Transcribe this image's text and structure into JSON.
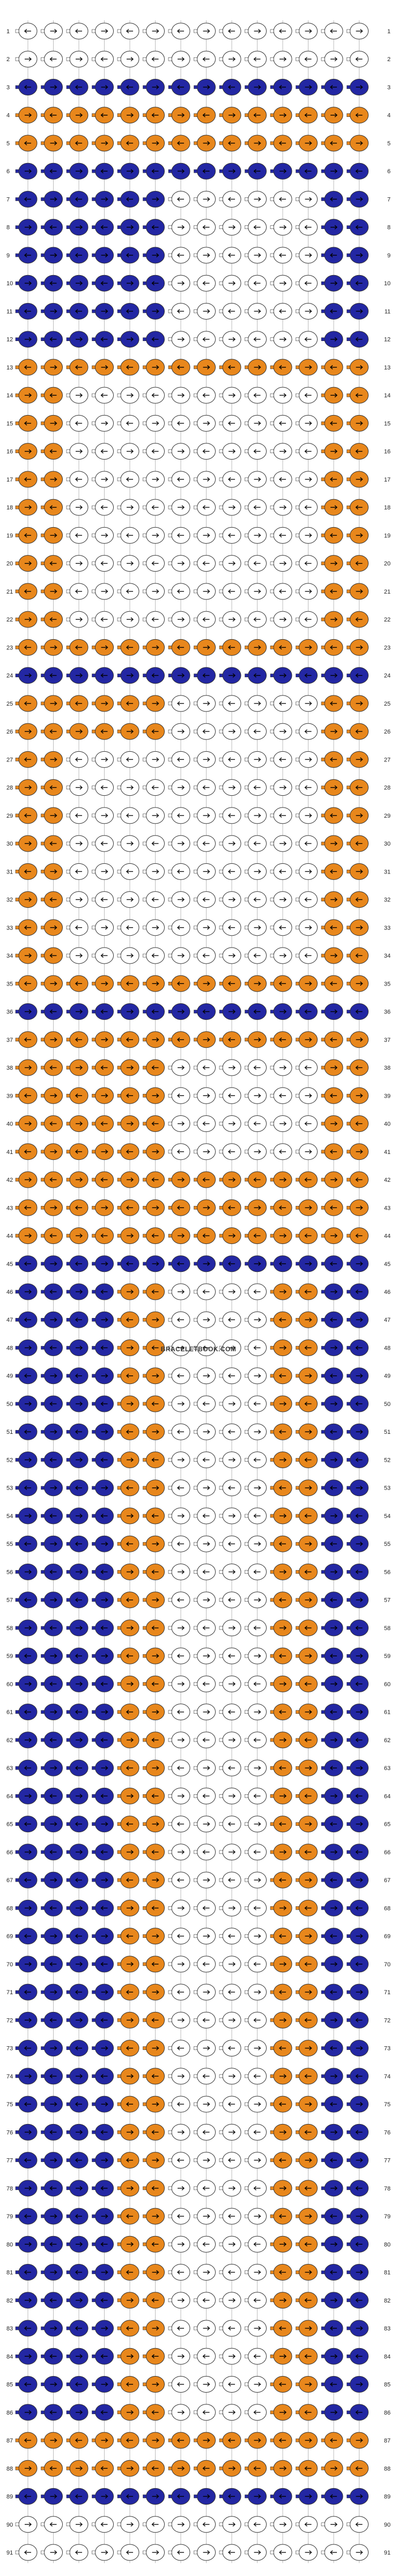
{
  "watermark": "BRACELETBOOK.COM",
  "colors": {
    "W": "#ffffff",
    "B": "#2327a3",
    "O": "#e8871c",
    "outline": "#333333",
    "arrow": "#111111"
  },
  "pattern": {
    "cols": 14,
    "row_count": 91,
    "row_colors": {
      "1": "WWWWWWWWWWWWWW",
      "2": "WWWWWWWWWWWWWW",
      "3": "BBBBBBBBBBBBBB",
      "4": "OOOOOOOOOOOOOO",
      "5": "OOOOOOOOOOOOOO",
      "6": "BBBBBBBBBBBBBB",
      "7": "BBBBBBWWWWWWBB",
      "8": "BBBBBBWWWWWWBB",
      "9": "BBBBBBWWWWWWBB",
      "10": "BBBBBBWWWWWWBB",
      "11": "BBBBBBWWWWWWBB",
      "12": "BBBBBBWWWWWWBB",
      "13": "OOOOOOOOOOOOOO",
      "14": "OOWWWWWWWWWWOO",
      "15": "OOWWWWWWWWWWOO",
      "16": "OOWWWWWWWWWWOO",
      "17": "OOWWWWWWWWWWOO",
      "18": "OOWWWWWWWWWWOO",
      "19": "OOWWWWWWWWWWOO",
      "20": "OOWWWWWWWWWWOO",
      "21": "OOWWWWWWWWWWOO",
      "22": "OOWWWWWWWWWWOO",
      "23": "OOOOOOOOOOOOOO",
      "24": "BBBBBBBBBBBBBB",
      "25": "OOOOOOWWWWWWOO",
      "26": "OOOOOOWWWWWWOO",
      "27": "OOWWWWWWWWWWOO",
      "28": "OOWWWWWWWWWWOO",
      "29": "OOWWWWWWWWWWOO",
      "30": "OOWWWWWWWWWWOO",
      "31": "OOWWWWWWWWWWOO",
      "32": "OOWWWWWWWWWWOO",
      "33": "OOWWWWWWWWWWOO",
      "34": "OOWWWWWWWWWWOO",
      "35": "OOOOOOOOOOOOOO",
      "36": "BBBBBBBBBBBBBB",
      "37": "OOOOOOOOOOOOOO",
      "38": "OOOOOOWWWWWWOO",
      "39": "OOOOOOWWWWWWOO",
      "40": "OOOOOOWWWWWWOO",
      "41": "OOOOOOWWWWWWOO",
      "42": "OOOOOOOOOOOOOO",
      "43": "OOOOOOOOOOOOOO",
      "44": "OOOOOOOOOOOOOO",
      "45": "BBBBBBBBBBBBBB",
      "46": "BBBBOOWWWWOOBB",
      "47": "BBBBOOWWWWOOBB",
      "48": "BBBBOOWWWWOOBB",
      "49": "BBBBOOWWWWOOBB",
      "50": "BBBBOOWWWWOOBB",
      "51": "BBBBOOWWWWOOBB",
      "52": "BBBBOOWWWWOOBB",
      "53": "BBBBOOWWWWOOBB",
      "54": "BBBBOOWWWWOOBB",
      "55": "BBBBOOWWWWOOBB",
      "56": "BBBBOOWWWWOOBB",
      "57": "BBBBOOWWWWOOBB",
      "58": "BBBBOOWWWWOOBB",
      "59": "BBBBOOWWWWOOBB",
      "60": "BBBBOOWWWWOOBB",
      "61": "BBBBOOWWWWOOBB",
      "62": "BBBBOOWWWWOOBB",
      "63": "BBBBOOWWWWOOBB",
      "64": "BBBBOOWWWWOOBB",
      "65": "BBBBOOWWWWOOBB",
      "66": "BBBBOOWWWWOOBB",
      "67": "BBBBOOWWWWOOBB",
      "68": "BBBBOOWWWWOOBB",
      "69": "BBBBOOWWWWOOBB",
      "70": "BBBBOOWWWWOOBB",
      "71": "BBBBOOWWWWOOBB",
      "72": "BBBBOOWWWWOOBB",
      "73": "BBBBOOWWWWOOBB",
      "74": "BBBBOOWWWWOOBB",
      "75": "BBBBOOWWWWOOBB",
      "76": "BBBBOOWWWWOOBB",
      "77": "BBBBOOWWWWOOBB",
      "78": "BBBBOOWWWWOOBB",
      "79": "BBBBOOWWWWOOBB",
      "80": "BBBBOOWWWWOOBB",
      "81": "BBBBOOWWWWOOBB",
      "82": "BBBBOOWWWWOOBB",
      "83": "BBBBOOWWWWOOBB",
      "84": "BBBBOOWWWWOOBB",
      "85": "BBBBOOWWWWOOBB",
      "86": "BBBBOOWWWWOOBB",
      "87": "OOOOOOOOOOOOOO",
      "88": "OOOOOOOOOOOOOO",
      "89": "BBBBBBBBBBBBBB",
      "90": "WWWWWWWWWWWWWW",
      "91": "WWWWWWWWWWWWWW"
    }
  }
}
